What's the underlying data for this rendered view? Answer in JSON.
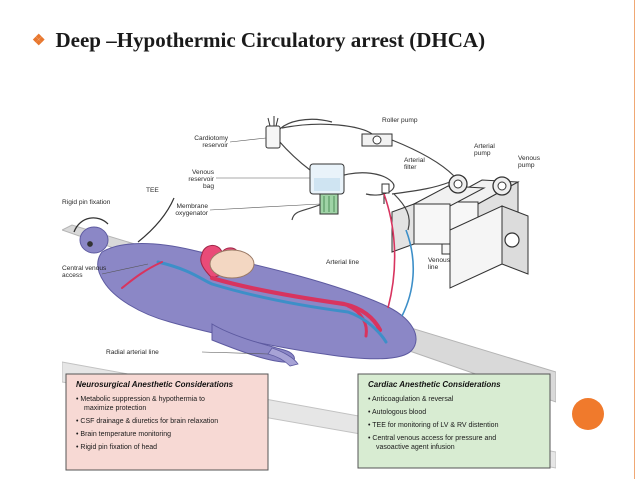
{
  "slide": {
    "title": "Deep –Hypothermic Circulatory arrest (DHCA)"
  },
  "diagram": {
    "labels": {
      "roller_pump": "Roller pump",
      "cardiotomy": [
        "Cardiotomy",
        "reservoir"
      ],
      "venous_reservoir": [
        "Venous",
        "reservoir",
        "bag"
      ],
      "arterial_filter": [
        "Arterial",
        "filter"
      ],
      "arterial_pump": [
        "Arterial",
        "pump"
      ],
      "venous_pump": [
        "Venous",
        "pump"
      ],
      "tee": "TEE",
      "rigid_pin": "Rigid pin fixation",
      "membrane": [
        "Membrane",
        "oxygenator"
      ],
      "central_venous": [
        "Central venous",
        "access"
      ],
      "arterial_line": "Arterial line",
      "venous_line": [
        "Venous",
        "line"
      ],
      "radial_line": "Radial arterial line"
    },
    "neuro_box": {
      "title": "Neurosurgical Anesthetic Considerations",
      "items": [
        "• Metabolic suppression & hypothermia to",
        "maximize protection",
        "• CSF drainage & diuretics for brain relaxation",
        "• Brain temperature monitoring",
        "• Rigid pin fixation of head"
      ]
    },
    "cardiac_box": {
      "title": "Cardiac Anesthetic Considerations",
      "items": [
        "• Anticoagulation & reversal",
        "• Autologous blood",
        "• TEE for monitoring of LV & RV distention",
        "• Central venous access for pressure and",
        "vasoactive agent infusion"
      ]
    }
  },
  "colors": {
    "accent": "#e8772e",
    "patient": "#8b87c6",
    "artery": "#d8345f",
    "vein": "#3d8fc8",
    "neuro_box_bg": "#f7d9d4",
    "cardiac_box_bg": "#d8ecd2"
  }
}
